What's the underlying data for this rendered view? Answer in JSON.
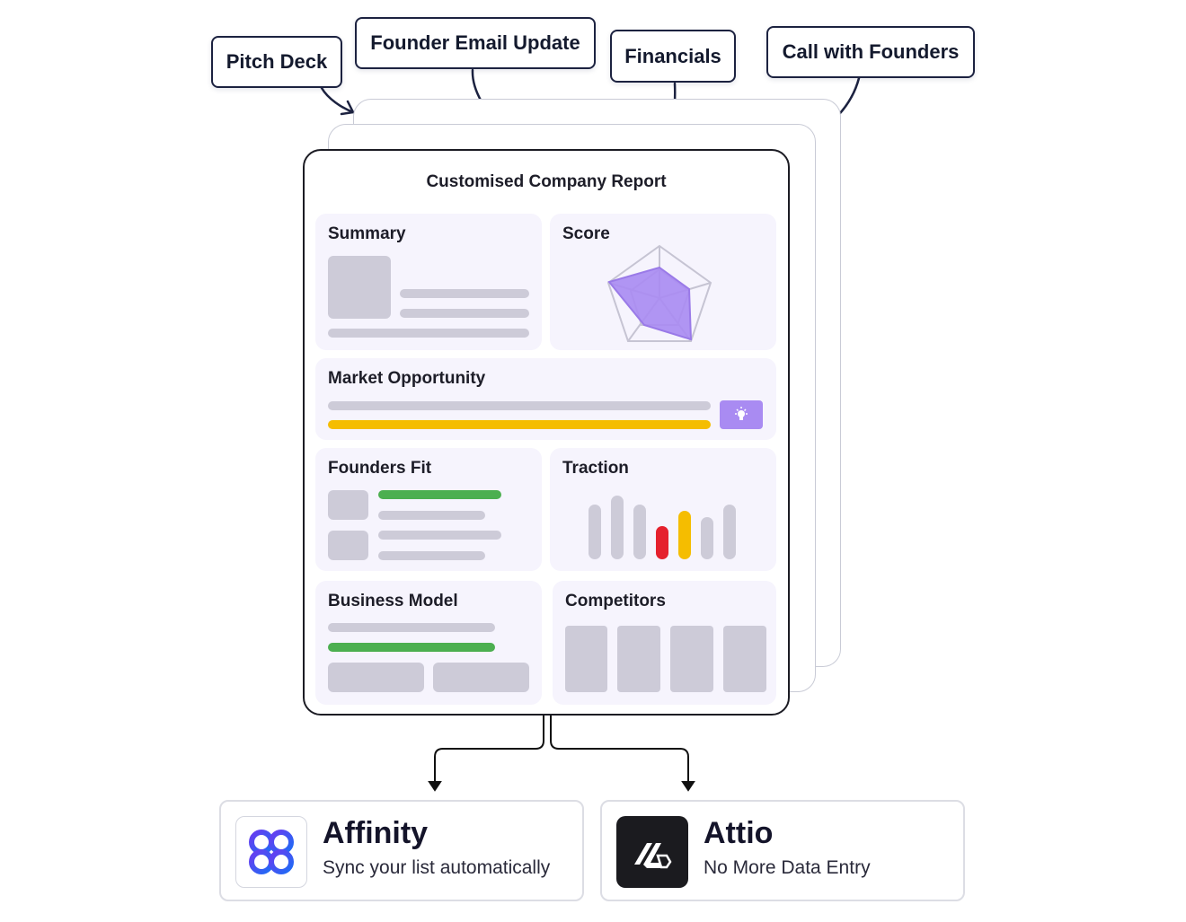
{
  "sources": {
    "pitch_deck": "Pitch Deck",
    "founder_email": "Founder Email Update",
    "financials": "Financials",
    "call_founders": "Call with Founders"
  },
  "report": {
    "title": "Customised Company Report",
    "sections": {
      "summary": "Summary",
      "score": "Score",
      "market": "Market Opportunity",
      "founders_fit": "Founders Fit",
      "traction": "Traction",
      "business_model": "Business Model",
      "competitors": "Competitors"
    }
  },
  "integrations": {
    "affinity": {
      "name": "Affinity",
      "desc": "Sync your list automatically"
    },
    "attio": {
      "name": "Attio",
      "desc": "No More Data Entry"
    }
  },
  "colors": {
    "accent_purple": "#a98bf2",
    "yellow": "#f5bd00",
    "green": "#4caf50",
    "red": "#e5212d",
    "gray": "#cdcbd8"
  },
  "icons": [
    "lightbulb-icon",
    "affinity-logo-icon",
    "attio-logo-icon"
  ]
}
